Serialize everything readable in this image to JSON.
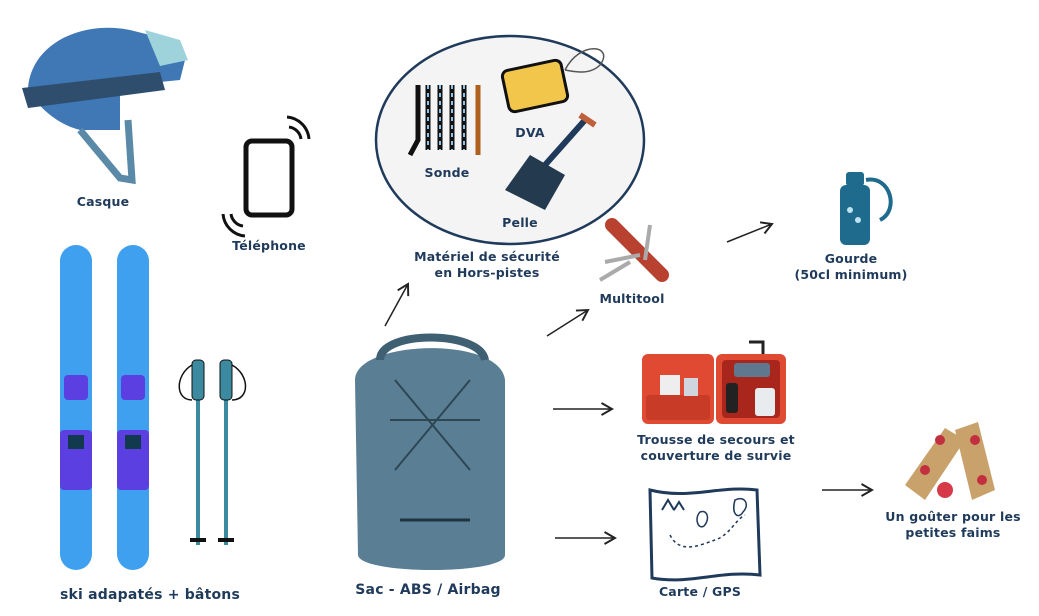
{
  "labels": {
    "helmet": "Casque",
    "phone": "Téléphone",
    "probe": "Sonde",
    "transceiver": "DVA",
    "shovel": "Pelle",
    "safety_line1": "Matériel de sécurité",
    "safety_line2": "en Hors-pistes",
    "multitool": "Multitool",
    "bottle_line1": "Gourde",
    "bottle_line2": "(50cl minimum)",
    "firstaid_line1": "Trousse de secours et",
    "firstaid_line2": "couverture de survie",
    "snack_line1": "Un goûter pour les",
    "snack_line2": "petites faims",
    "map": "Carte / GPS",
    "backpack": "Sac - ABS / Airbag",
    "skis": "ski adapatés + bâtons"
  },
  "colors": {
    "text": "#1f3a5a",
    "ski": "#3fa0f0",
    "binding": "#5b3fe0",
    "bag": "#5a7f94",
    "kit": "#e04a32",
    "bottle": "#1f6b8e"
  }
}
